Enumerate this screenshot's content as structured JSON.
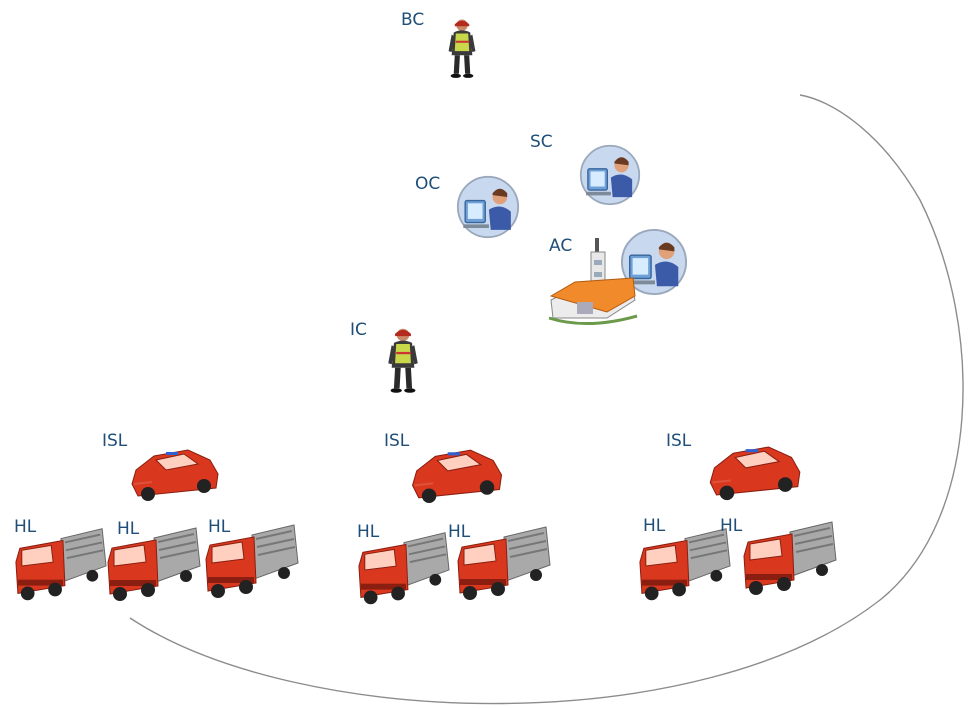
{
  "labels": {
    "bc": "BC",
    "sc": "SC",
    "oc": "OC",
    "ac": "AC",
    "ic": "IC",
    "isl_1": "ISL",
    "isl_2": "ISL",
    "isl_3": "ISL",
    "hl_1a": "HL",
    "hl_1b": "HL",
    "hl_1c": "HL",
    "hl_2a": "HL",
    "hl_2b": "HL",
    "hl_3a": "HL",
    "hl_3b": "HL"
  },
  "colors": {
    "label_text": "#1f4e79",
    "vehicle_red": "#d9381e",
    "truck_grey": "#9a9a9a",
    "building_orange": "#f08a2a",
    "vest_yellow": "#c9d84a",
    "operator_bubble": "#c8d8ee"
  },
  "icons": {
    "commander": "firefighter-icon",
    "operator": "dispatch-operator-icon",
    "station": "alarm-center-building-icon",
    "car": "command-car-icon",
    "truck": "fire-truck-icon"
  }
}
